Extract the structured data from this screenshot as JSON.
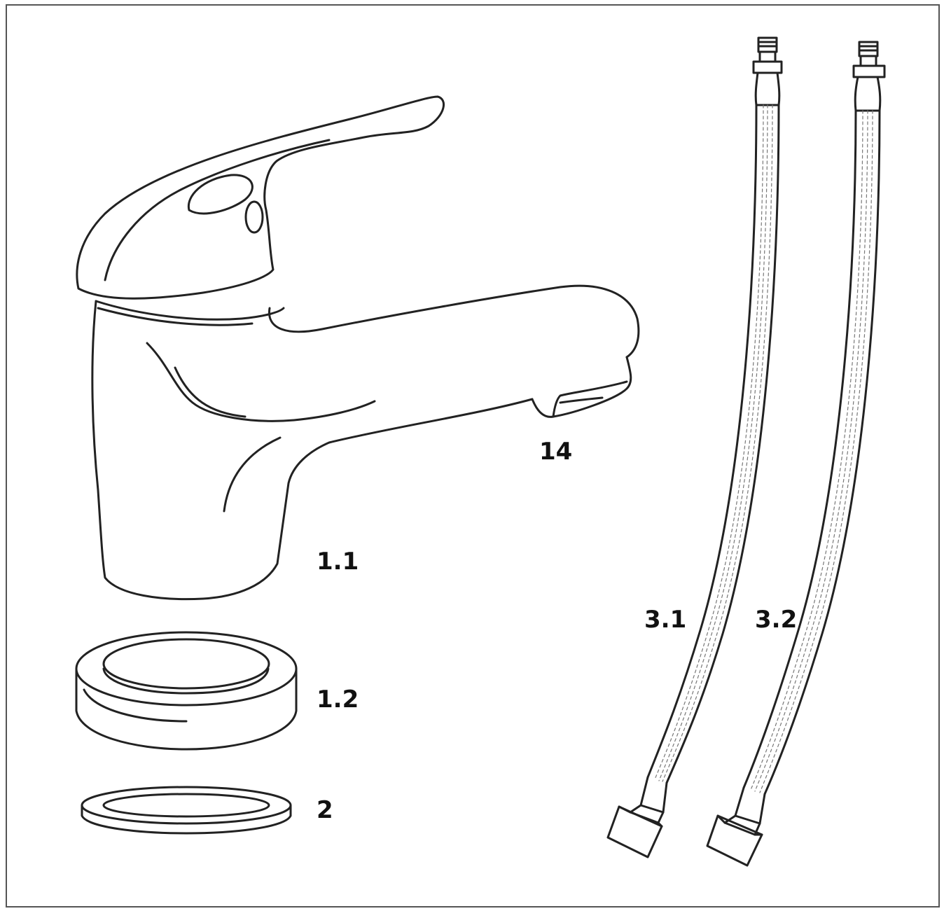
{
  "labels": {
    "spout_aerator": "14",
    "faucet_body": "1.1",
    "base_ring": "1.2",
    "gasket": "2",
    "hose_left": "3.1",
    "hose_right": "3.2"
  },
  "colors": {
    "line": "#222222",
    "frame": "#555555",
    "background": "#ffffff"
  }
}
